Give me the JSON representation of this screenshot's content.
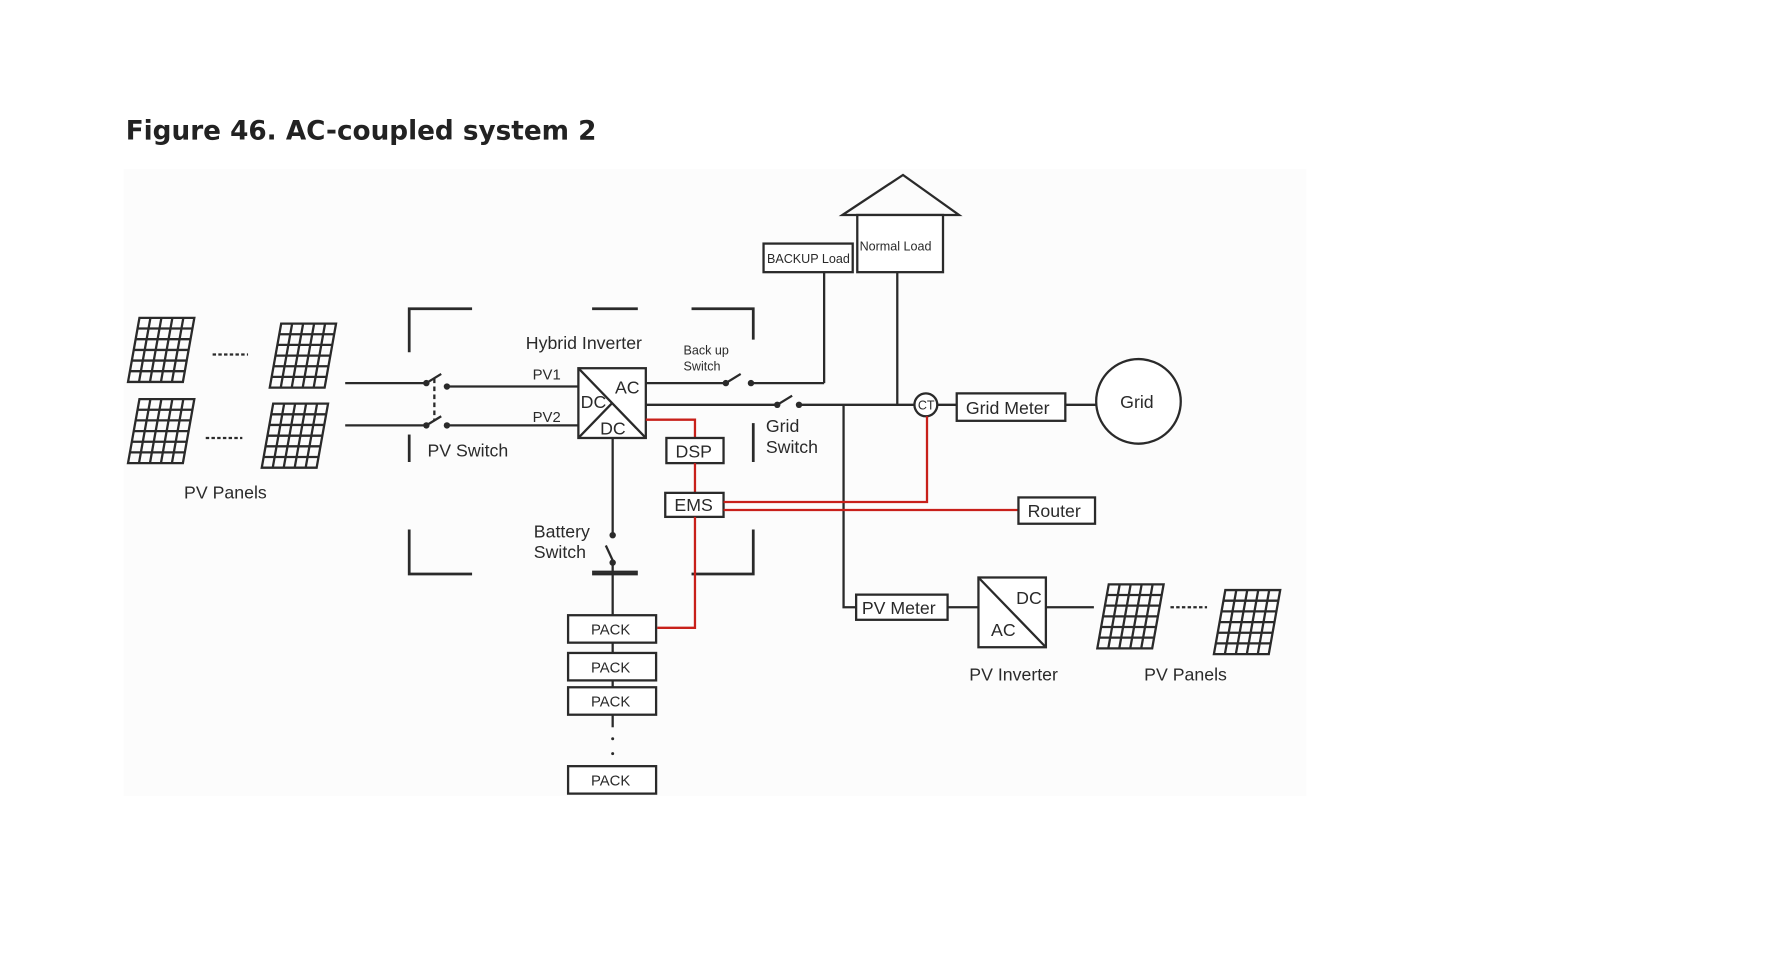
{
  "figure": {
    "title": "Figure 46.  AC-coupled system 2"
  },
  "labels": {
    "pv_panels_left": "PV Panels",
    "pv_switch": "PV Switch",
    "hybrid_inverter": "Hybrid Inverter",
    "pv1": "PV1",
    "pv2": "PV2",
    "inverter_ac": "AC",
    "inverter_dc1": "DC",
    "inverter_dc2": "DC",
    "backup_switch_line1": "Back up",
    "backup_switch_line2": "Switch",
    "grid_switch_line1": "Grid",
    "grid_switch_line2": "Switch",
    "backup_load": "BACKUP Load",
    "normal_load": "Normal Load",
    "ct": "CT",
    "grid_meter": "Grid Meter",
    "grid": "Grid",
    "dsp": "DSP",
    "ems": "EMS",
    "router": "Router",
    "battery_switch_line1": "Battery",
    "battery_switch_line2": "Switch",
    "packs": [
      "PACK",
      "PACK",
      "PACK",
      "PACK"
    ],
    "pv_meter": "PV  Meter",
    "pv_inverter_dc": "DC",
    "pv_inverter_ac": "AC",
    "pv_inverter": "PV Inverter",
    "pv_panels_right": "PV Panels"
  },
  "colors": {
    "line": "#2a2a2a",
    "communication_line": "#c8201a"
  },
  "icons": {
    "solar_panel": "solar-panel-icon",
    "house": "house-icon",
    "switch": "switch-icon",
    "converter": "converter-icon"
  }
}
